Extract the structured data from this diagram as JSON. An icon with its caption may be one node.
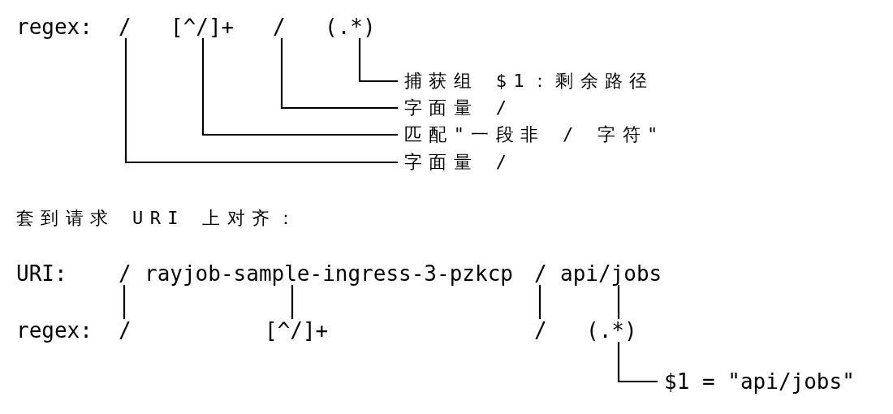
{
  "diagram": {
    "nodes": [
      {
        "text": [
          "/"
        ]
      },
      {
        "text": [
          "[^/]+"
        ]
      },
      {
        "text": [
          "/"
        ]
      },
      {
        "text": [
          "(.*)"
        ]
      },
      {
        "text": [
          "捕获组 $1：剩余路径"
        ]
      },
      {
        "text": [
          "字面量 /"
        ]
      },
      {
        "text": [
          "匹配\"一段非 / 字符\""
        ]
      },
      {
        "text": [
          "字面量 /"
        ]
      },
      {
        "text": [
          "/"
        ]
      },
      {
        "text": [
          "rayjob-sample-ingress-3-pzkcp"
        ]
      },
      {
        "text": [
          "/"
        ]
      },
      {
        "text": [
          "api/jobs"
        ]
      },
      {
        "text": [
          "/"
        ]
      },
      {
        "text": [
          "[^/]+"
        ]
      },
      {
        "text": [
          "/"
        ]
      },
      {
        "text": [
          "(.*)"
        ]
      },
      {
        "text": [
          "$1 = \"api/jobs\""
        ]
      }
    ],
    "edges": [
      {
        "from": 4,
        "to": 3,
        "arrow": "none"
      },
      {
        "from": 5,
        "to": 2,
        "arrow": "none"
      },
      {
        "from": 6,
        "to": 1,
        "arrow": "none"
      },
      {
        "from": 7,
        "to": 0,
        "arrow": "none"
      },
      {
        "from": 8,
        "to": 12,
        "arrow": "none"
      },
      {
        "from": 9,
        "to": 13,
        "arrow": "none"
      },
      {
        "from": 10,
        "to": 14,
        "arrow": "none"
      },
      {
        "from": 11,
        "to": 15,
        "arrow": "none"
      },
      {
        "from": 16,
        "to": 15,
        "arrow": "none"
      }
    ],
    "labels": [
      "regex:",
      "套到请求 URI 上对齐：",
      "URI:",
      "regex:"
    ]
  }
}
